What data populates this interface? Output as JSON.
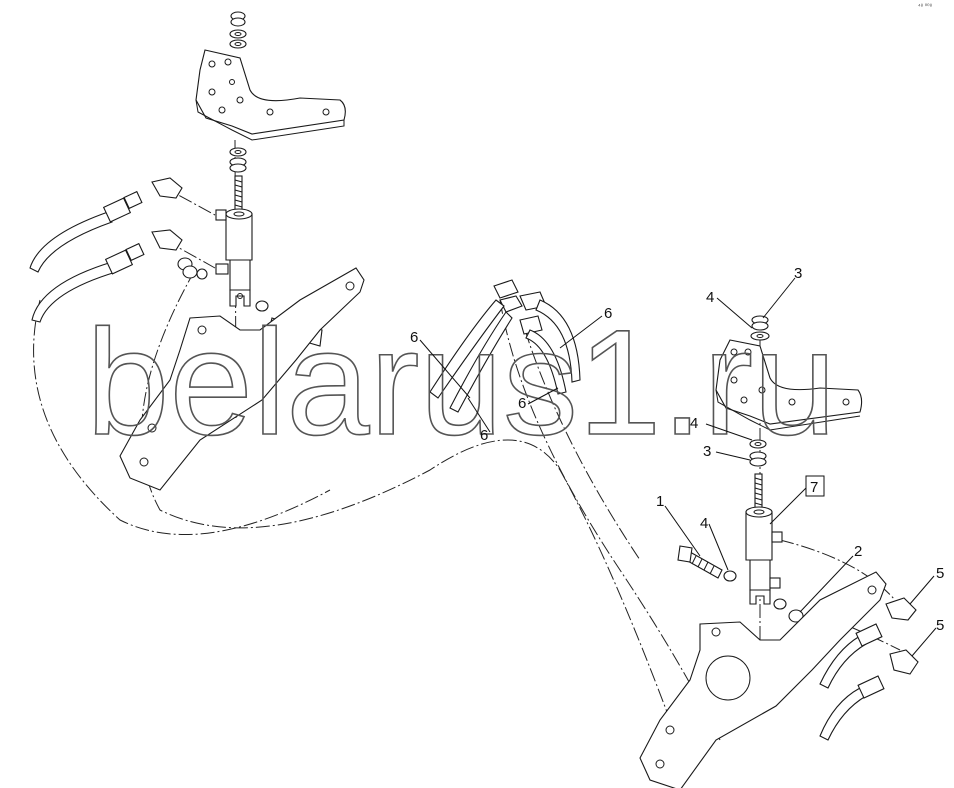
{
  "watermark": "belarus1.ru",
  "corner_mark": "⁴⁸ ⁰⁰⁸",
  "callouts": {
    "c1": "1",
    "c2": "2",
    "c3a": "3",
    "c3b": "3",
    "c4a": "4",
    "c4b": "4",
    "c4c": "4",
    "c5a": "5",
    "c5b": "5",
    "c6a": "6",
    "c6b": "6",
    "c6c": "6",
    "c6d": "6",
    "c7": "7"
  }
}
